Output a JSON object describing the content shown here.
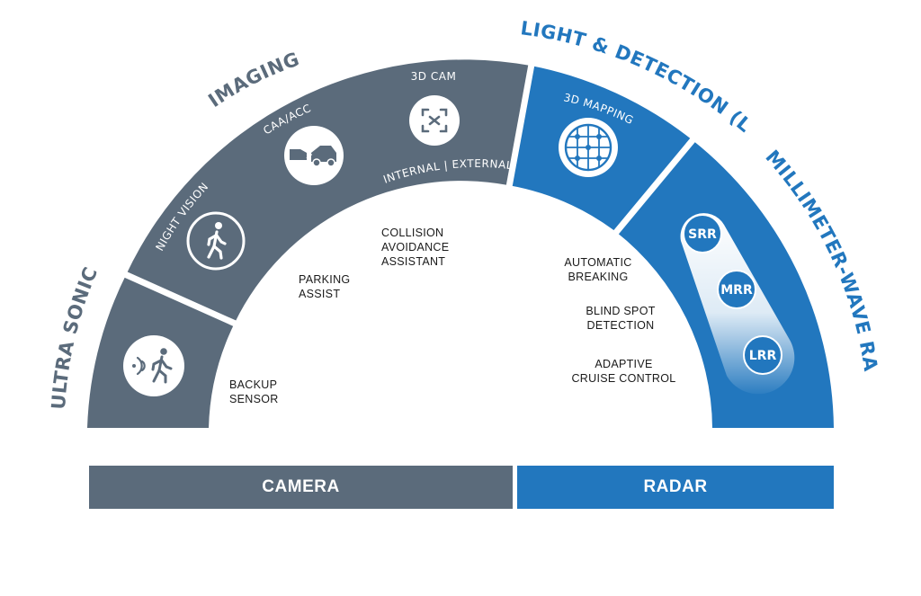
{
  "categories": {
    "ultra_sonic": "ULTRA SONIC",
    "imaging": "IMAGING",
    "lidar": "LIGHT & DETECTION (LIDAR)",
    "radar": "MILLIMETER-WAVE RADAR"
  },
  "segments": {
    "night_vision": "NIGHT VISION",
    "caa_acc": "CAA/ACC",
    "cam_3d": "3D CAM",
    "internal_external": "INTERNAL | EXTERNAL",
    "mapping_3d": "3D MAPPING"
  },
  "radar_badges": [
    "SRR",
    "MRR",
    "LRR"
  ],
  "applications": {
    "backup_sensor": "BACKUP\nSENSOR",
    "parking_assist": "PARKING\nASSIST",
    "collision_avoidance": "COLLISION\nAVOIDANCE\nASSISTANT",
    "automatic_breaking": "AUTOMATIC\nBREAKING",
    "blind_spot": "BLIND SPOT\nDETECTION",
    "adaptive_cruise": "ADAPTIVE\nCRUISE CONTROL"
  },
  "bars": {
    "camera": "CAMERA",
    "radar": "RADAR"
  },
  "colors": {
    "slate": "#5b6b7b",
    "blue": "#2277be",
    "white": "#ffffff"
  },
  "icons": {
    "ultra_sonic": "pedestrian-sonar-icon",
    "night_vision": "pedestrian-icon",
    "caa_acc": "car-collision-icon",
    "cam_3d": "focus-frame-icon",
    "mapping_3d": "globe-grid-icon"
  }
}
